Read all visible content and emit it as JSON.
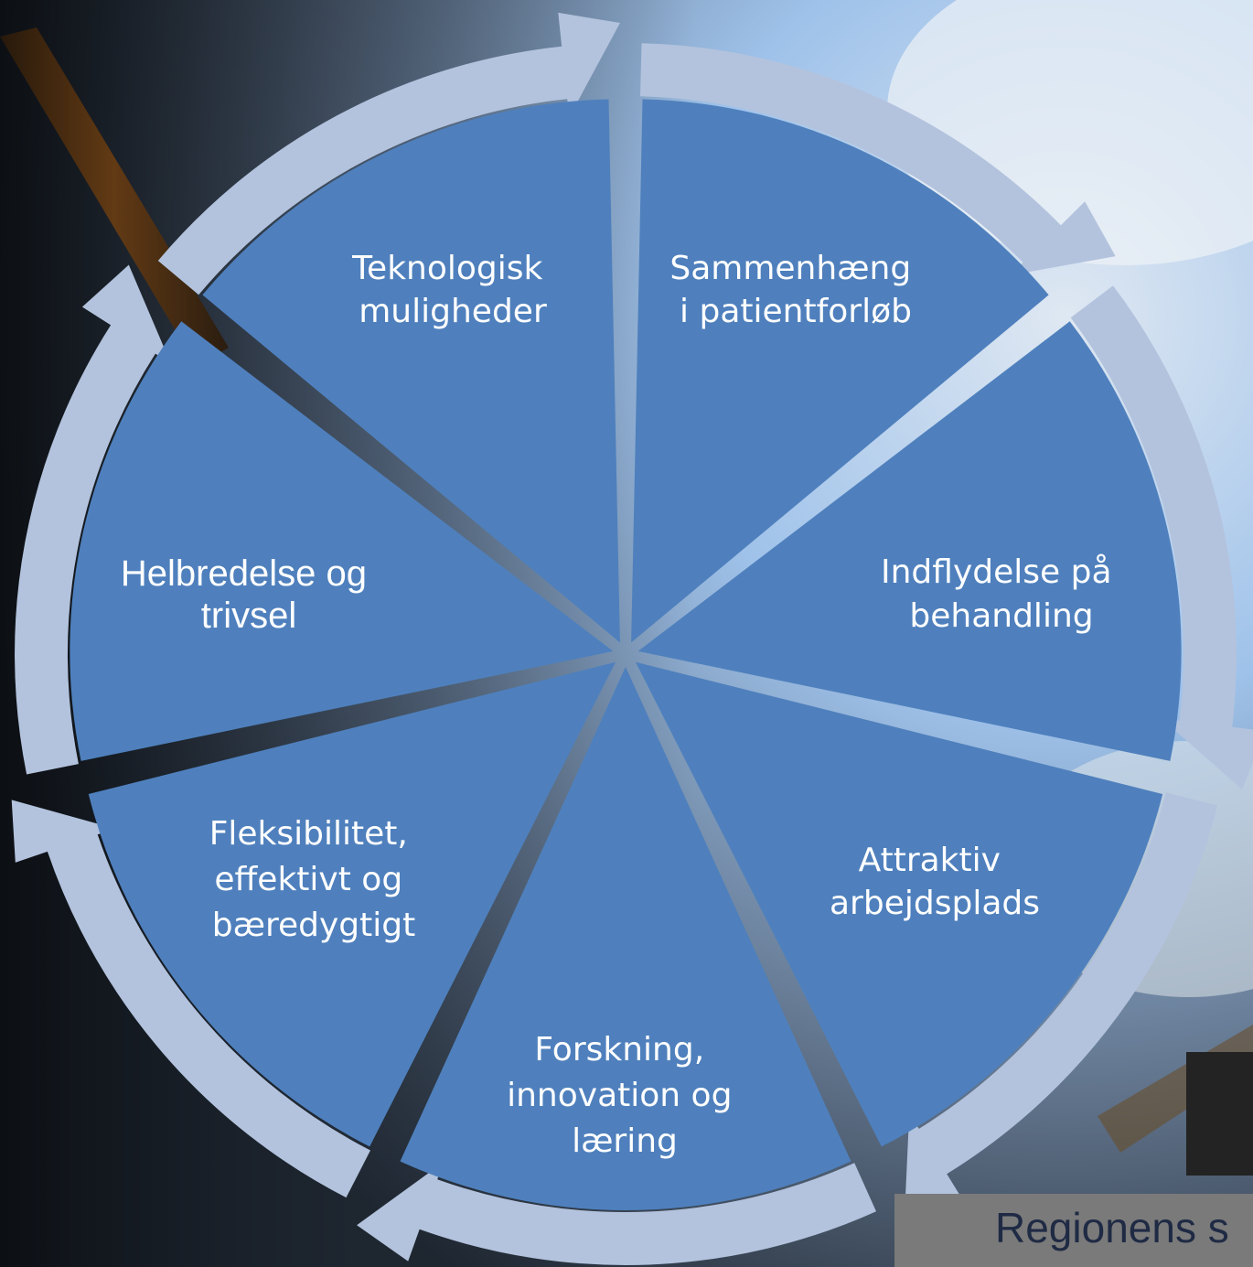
{
  "colors": {
    "segment": "#4f80bd",
    "arrow": "#b3c3dd",
    "label": "#ffffff",
    "caption_bg": "#7a7a7a",
    "caption_text": "#1f2a44"
  },
  "segments": [
    {
      "lines": [
        "Sammenhæng",
        "i patientforløb"
      ]
    },
    {
      "lines": [
        "Indflydelse på",
        "behandling"
      ]
    },
    {
      "lines": [
        "Attraktiv",
        "arbejdsplads"
      ]
    },
    {
      "lines": [
        "Forskning,",
        "innovation og",
        "læring"
      ]
    },
    {
      "lines": [
        "Fleksibilitet,",
        "effektivt og",
        "bæredygtigt"
      ]
    },
    {
      "lines": [
        "Helbredelse og",
        "trivsel"
      ]
    },
    {
      "lines": [
        "Teknologisk",
        "muligheder"
      ]
    }
  ],
  "caption": {
    "text": "Regionens s"
  }
}
